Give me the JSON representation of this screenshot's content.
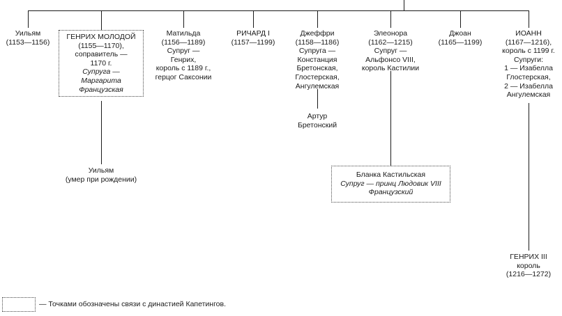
{
  "children": [
    {
      "lines": [
        "Уильям",
        "(1153—1156)"
      ]
    },
    {
      "lines": [
        "ГЕНРИХ МОЛОДОЙ",
        "(1155—1170),",
        "соправитель —",
        "1170 г."
      ],
      "italic_lines": [
        "Супруга —",
        "Маргарита",
        "Французская"
      ]
    },
    {
      "lines": [
        "Матильда",
        "(1156—1189)",
        "Супруг —",
        "Генрих,",
        "король с 1189 г.,",
        "герцог Саксонии"
      ]
    },
    {
      "lines": [
        "РИЧАРД I",
        "(1157—1199)"
      ]
    },
    {
      "lines": [
        "Джеффри",
        "(1158—1186)",
        "Супруга —",
        "Констанция",
        "Бретонская,",
        "Глостерская,",
        "Ангулемская"
      ]
    },
    {
      "lines": [
        "Элеонора",
        "(1162—1215)",
        "Супруг —",
        "Альфонсо VIII,",
        "король Кастилии"
      ]
    },
    {
      "lines": [
        "Джоан",
        "(1165—1199)"
      ]
    },
    {
      "lines": [
        "ИОАНН",
        "(1167—1216),",
        "король с 1199 г.",
        "Супруги:",
        "1 — Изабелла",
        "Глостерская,",
        "2 — Изабелла",
        "Ангулемская"
      ]
    }
  ],
  "grandchildren": {
    "william": {
      "lines": [
        "Уильям",
        "(умер при рождении)"
      ]
    },
    "arthur": {
      "lines": [
        "Артур",
        "Бретонский"
      ]
    },
    "blanca": {
      "lines": [
        "Бланка Кастильская"
      ],
      "italic_lines": [
        "Супруг — принц Людовик VIII",
        "Французский"
      ]
    },
    "henry3": {
      "lines": [
        "ГЕНРИХ III",
        "король",
        "(1216—1272)"
      ]
    }
  },
  "legend": {
    "text": "— Точками обозначены связи с династией Капетингов."
  }
}
